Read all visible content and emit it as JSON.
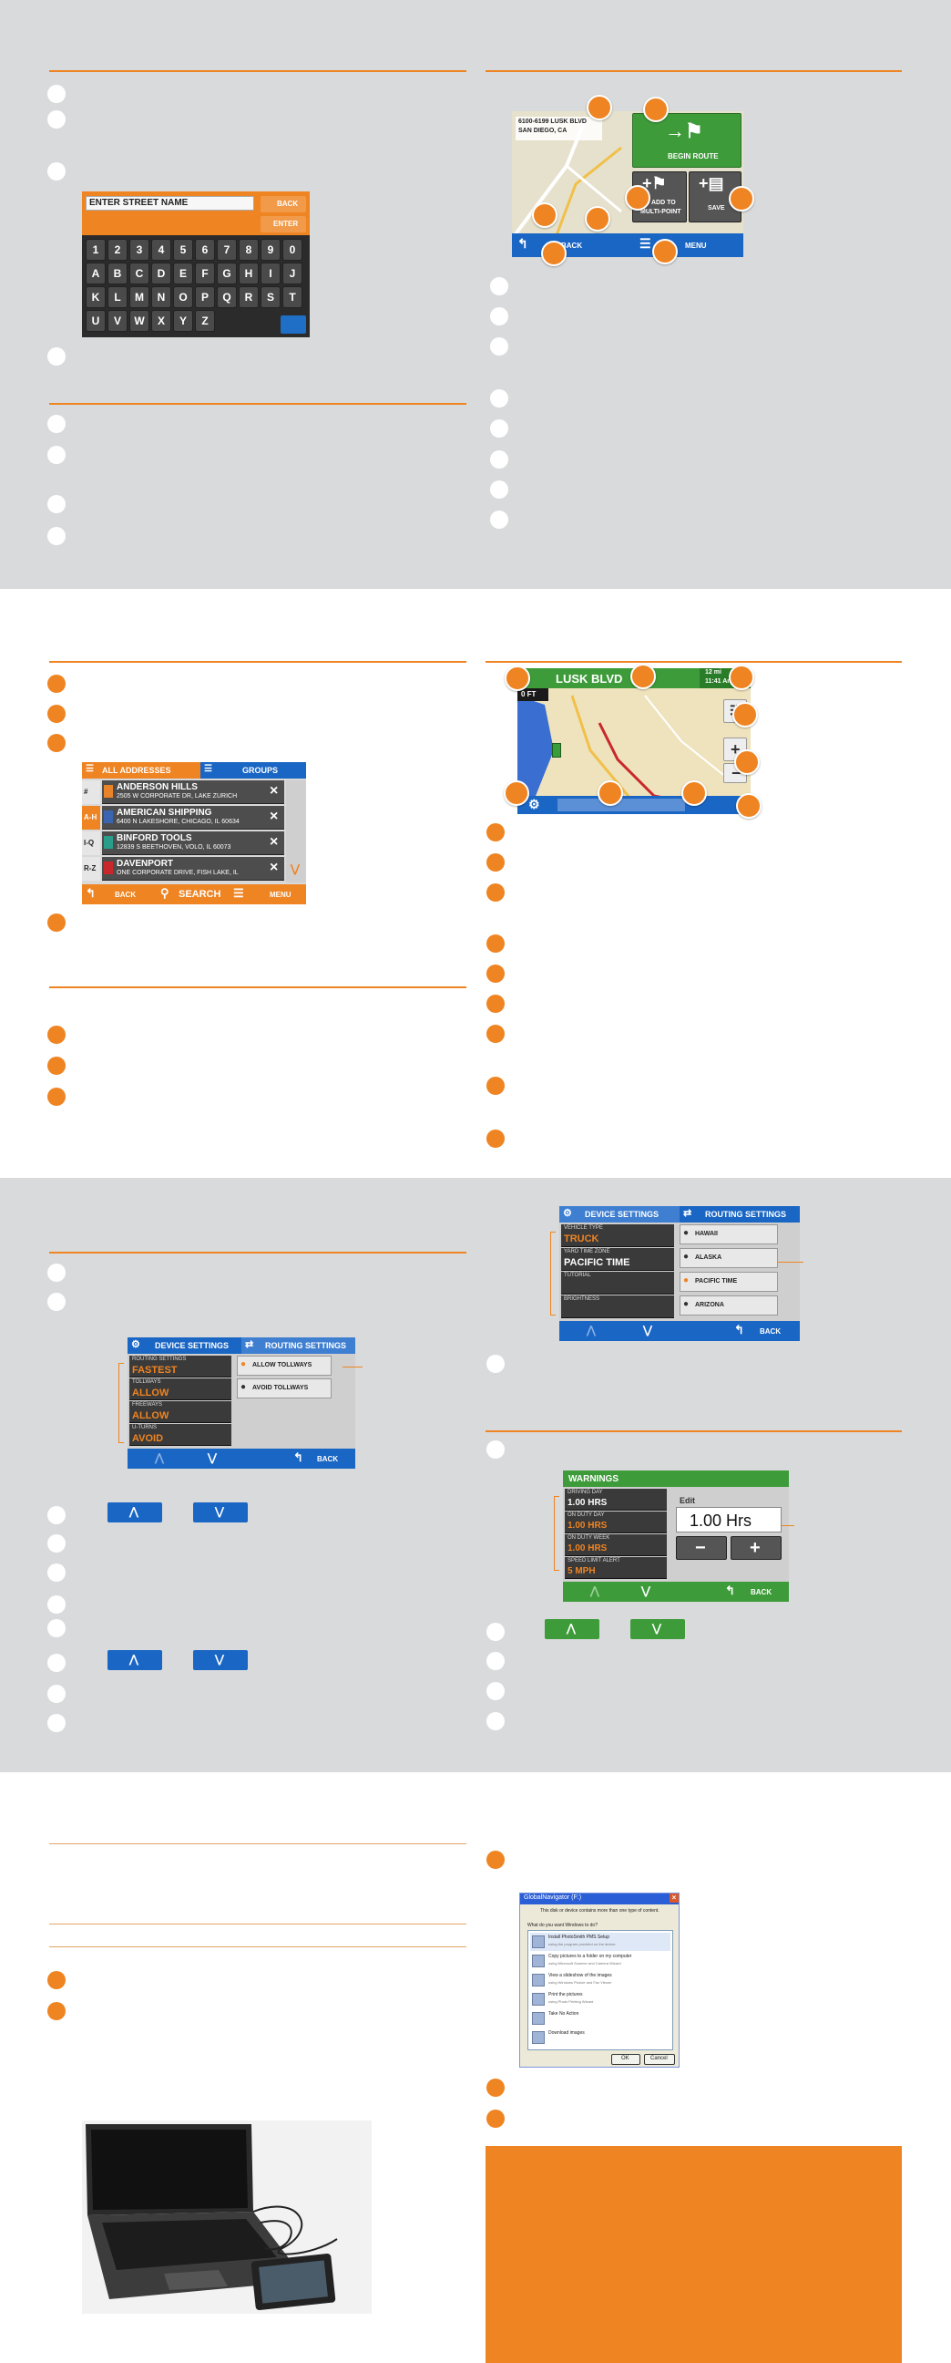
{
  "keyboard_screen": {
    "title": "ENTER STREET NAME",
    "back": "BACK",
    "enter": "ENTER",
    "row1": [
      "1",
      "2",
      "3",
      "4",
      "5",
      "6",
      "7",
      "8",
      "9",
      "0"
    ],
    "row2": [
      "A",
      "B",
      "C",
      "D",
      "E",
      "F",
      "G",
      "H",
      "I",
      "J"
    ],
    "row3": [
      "K",
      "L",
      "M",
      "N",
      "O",
      "P",
      "Q",
      "R",
      "S",
      "T"
    ],
    "row4": [
      "U",
      "V",
      "W",
      "X",
      "Y",
      "Z"
    ]
  },
  "route_screen": {
    "address_line1": "6100-6199 LUSK BLVD",
    "address_line2": "SAN DIEGO, CA",
    "begin_route": "BEGIN ROUTE",
    "add_multipoint_1": "ADD TO",
    "add_multipoint_2": "MULTI-POINT",
    "save": "SAVE",
    "back": "BACK",
    "menu": "MENU"
  },
  "address_book": {
    "tab_all": "ALL ADDRESSES",
    "tab_groups": "GROUPS",
    "index": [
      "#",
      "A-H",
      "I-Q",
      "R-Z"
    ],
    "entries": [
      {
        "name": "ANDERSON HILLS",
        "address": "2505 W CORPORATE DR, LAKE ZURICH",
        "color": "#e8832a"
      },
      {
        "name": "AMERICAN SHIPPING",
        "address": "6400 N LAKESHORE, CHICAGO, IL 60634",
        "color": "#3a64b0"
      },
      {
        "name": "BINFORD TOOLS",
        "address": "12839 S BEETHOVEN, VOLO, IL 60073",
        "color": "#2a9c8a"
      },
      {
        "name": "DAVENPORT",
        "address": "ONE CORPORATE DRIVE, FISH LAKE, IL",
        "color": "#c8282c"
      }
    ],
    "back": "BACK",
    "search": "SEARCH",
    "menu": "MENU"
  },
  "map_screen": {
    "street": "LUSK BLVD",
    "distance": "0 FT",
    "eta_dist": "12 mi",
    "eta_time": "11:41 Am"
  },
  "routing_settings": {
    "tab_device": "DEVICE SETTINGS",
    "tab_routing": "ROUTING SETTINGS",
    "items": [
      {
        "label": "ROUTING SETTINGS",
        "value": "FASTEST"
      },
      {
        "label": "TOLLWAYS",
        "value": "ALLOW"
      },
      {
        "label": "FREEWAYS",
        "value": "ALLOW"
      },
      {
        "label": "U-TURNS",
        "value": "AVOID"
      }
    ],
    "options": [
      "ALLOW TOLLWAYS",
      "AVOID TOLLWAYS"
    ],
    "back": "BACK"
  },
  "device_settings": {
    "tab_device": "DEVICE SETTINGS",
    "tab_routing": "ROUTING SETTINGS",
    "items": [
      {
        "label": "VEHICLE TYPE",
        "value": "TRUCK"
      },
      {
        "label": "YARD TIME ZONE",
        "value": "PACIFIC TIME"
      },
      {
        "label": "TUTORIAL",
        "value": ""
      },
      {
        "label": "BRIGHTNESS",
        "value": ""
      }
    ],
    "options": [
      "HAWAII",
      "ALASKA",
      "PACIFIC TIME",
      "ARIZONA"
    ],
    "back": "BACK"
  },
  "warnings_screen": {
    "title": "WARNINGS",
    "items": [
      {
        "label": "DRIVING DAY",
        "value": "1.00 HRS"
      },
      {
        "label": "ON DUTY DAY",
        "value": "1.00 HRS"
      },
      {
        "label": "ON DUTY WEEK",
        "value": "1.00 HRS"
      },
      {
        "label": "SPEED LIMIT ALERT",
        "value": "5 MPH"
      }
    ],
    "edit_label": "Edit",
    "edit_value": "1.00 Hrs",
    "minus": "−",
    "plus": "+",
    "back": "BACK"
  },
  "autoplay_dialog": {
    "title": "GlobalNavigator (F:)",
    "intro": "This disk or device contains more than one type of content.",
    "question": "What do you want Windows to do?",
    "options": [
      {
        "title": "Install PhotoSmith PMS Setup",
        "sub": "using the program provided on the device"
      },
      {
        "title": "Copy pictures to a folder on my computer",
        "sub": "using Microsoft Scanner and Camera Wizard"
      },
      {
        "title": "View a slideshow of the images",
        "sub": "using Windows Picture and Fax Viewer"
      },
      {
        "title": "Print the pictures",
        "sub": "using Photo Printing Wizard"
      },
      {
        "title": "Take No Action",
        "sub": ""
      },
      {
        "title": "Download images",
        "sub": ""
      }
    ],
    "ok": "OK",
    "cancel": "Cancel"
  }
}
